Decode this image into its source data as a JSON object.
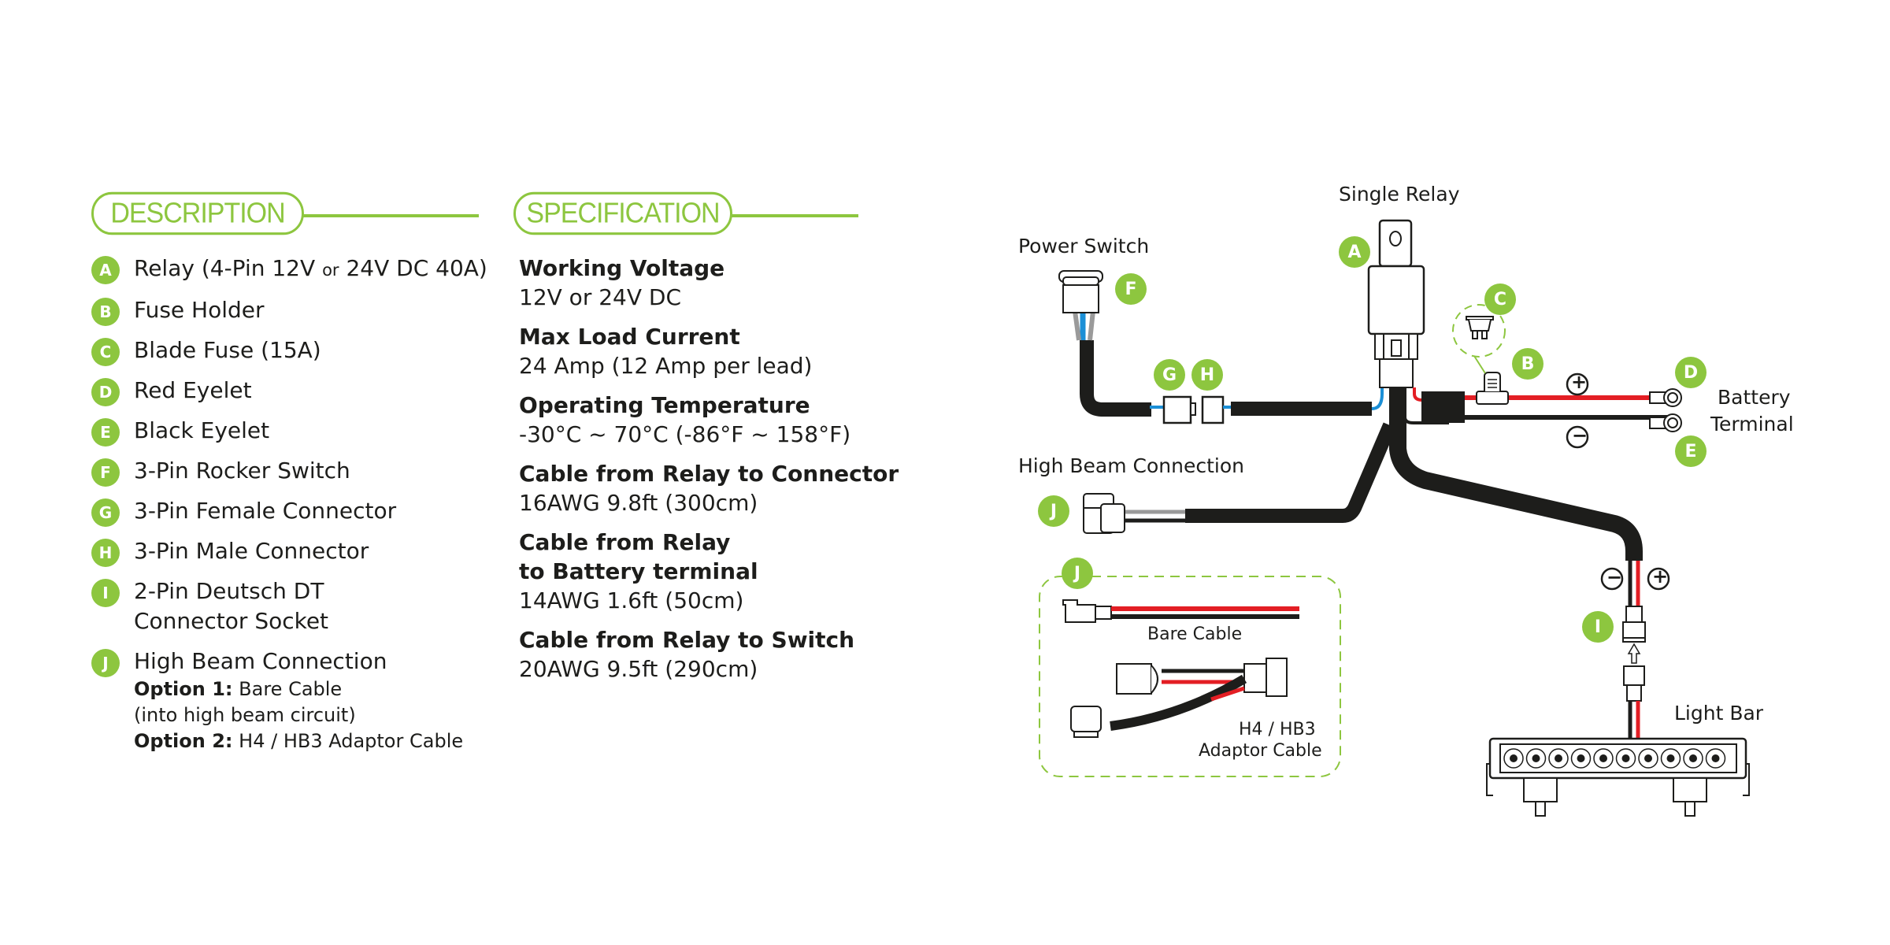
{
  "description": {
    "heading": "DESCRIPTION",
    "items": [
      {
        "letter": "A",
        "label": "Relay (4-Pin 12V",
        "or": "or",
        "label_rest": "24V DC 40A)"
      },
      {
        "letter": "B",
        "label": "Fuse Holder"
      },
      {
        "letter": "C",
        "label": "Blade Fuse (15A)"
      },
      {
        "letter": "D",
        "label": "Red Eyelet"
      },
      {
        "letter": "E",
        "label": "Black Eyelet"
      },
      {
        "letter": "F",
        "label": "3-Pin Rocker Switch"
      },
      {
        "letter": "G",
        "label": "3-Pin Female Connector"
      },
      {
        "letter": "H",
        "label": "3-Pin Male Connector"
      },
      {
        "letter": "I",
        "label": "2-Pin Deutsch DT",
        "label2": "Connector Socket"
      },
      {
        "letter": "J",
        "label": "High Beam Connection",
        "option1_label": "Option 1:",
        "option1_value": "Bare Cable",
        "option1_note": "(into high beam circuit)",
        "option2_label": "Option 2:",
        "option2_value": "H4 / HB3 Adaptor Cable"
      }
    ]
  },
  "specification": {
    "heading": "SPECIFICATION",
    "items": [
      {
        "title": "Working Voltage",
        "value": "12V or 24V DC"
      },
      {
        "title": "Max Load Current",
        "value": "24 Amp (12 Amp per lead)"
      },
      {
        "title": "Operating Temperature",
        "value": "-30°C ~ 70°C (-86°F ~ 158°F)"
      },
      {
        "title": "Cable from Relay to Connector",
        "value": "16AWG 9.8ft (300cm)"
      },
      {
        "title": "Cable from Relay",
        "title2": "to Battery terminal",
        "value": "14AWG 1.6ft (50cm)"
      },
      {
        "title": "Cable from Relay to Switch",
        "value": "20AWG 9.5ft (290cm)"
      }
    ]
  },
  "diagram": {
    "labels": {
      "single_relay": "Single Relay",
      "power_switch": "Power Switch",
      "battery": "Battery",
      "terminal": "Terminal",
      "high_beam_connection": "High Beam Connection",
      "light_bar": "Light Bar",
      "bare_cable": "Bare Cable",
      "adaptor_line1": "H4 / HB3",
      "adaptor_line2": "Adaptor Cable"
    },
    "callouts": {
      "A": "A",
      "B": "B",
      "C": "C",
      "D": "D",
      "E": "E",
      "F": "F",
      "G": "G",
      "H": "H",
      "I": "I",
      "J": "J",
      "J2": "J"
    },
    "polarity": {
      "plus": "+",
      "minus": "−"
    },
    "colors": {
      "accent": "#8dc63f",
      "positive_wire": "#e31e24",
      "negative_wire": "#1d1d1b",
      "signal_wire": "#1b8fd6",
      "ground_grey": "#9a9a9a"
    }
  }
}
